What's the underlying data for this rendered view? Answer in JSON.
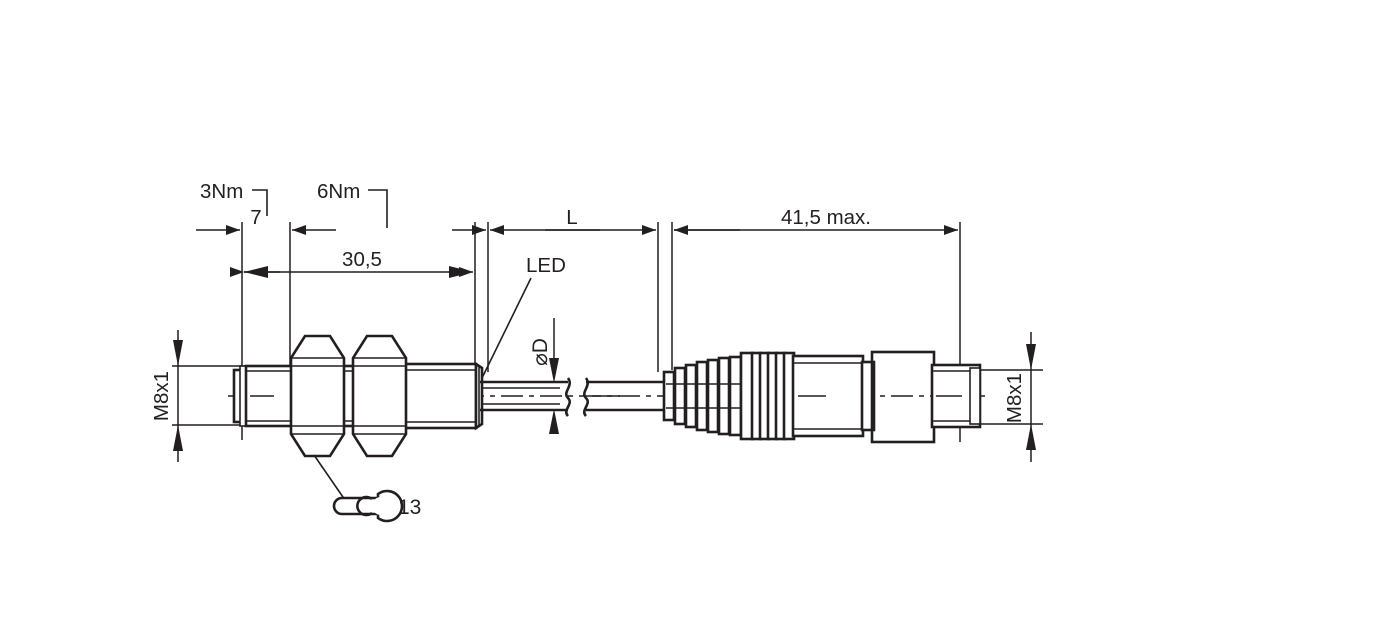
{
  "drawing": {
    "title": "M8x1 inductive sensor with M8 connector cable — dimensional drawing",
    "type": "technical-dimension-drawing",
    "line_color": "#231f20",
    "background_color": "#ffffff",
    "labels": {
      "torque_front": "3Nm",
      "torque_nuts": "6Nm",
      "dim_front_thread": "7",
      "dim_body_length": "30,5",
      "dim_cable_length": "L",
      "dim_connector_length": "41,5 max.",
      "led": "LED",
      "cable_diameter": "⌀D",
      "thread_left": "M8x1",
      "thread_right": "M8x1",
      "wrench_size": "13"
    },
    "icons": {
      "wrench": "open-end-wrench"
    },
    "dimension_values": [
      {
        "name": "front-thread",
        "label": "7",
        "unit": "mm"
      },
      {
        "name": "sensor-body",
        "label": "30,5",
        "unit": "mm"
      },
      {
        "name": "cable",
        "label": "L",
        "unit": "variable"
      },
      {
        "name": "connector",
        "label": "41,5 max.",
        "unit": "mm"
      },
      {
        "name": "sensor-thread",
        "label": "M8x1",
        "unit": "thread"
      },
      {
        "name": "connector-thread",
        "label": "M8x1",
        "unit": "thread"
      },
      {
        "name": "cable-diameter",
        "label": "⌀D",
        "unit": "mm"
      },
      {
        "name": "wrench-across-flats",
        "label": "13",
        "unit": "mm"
      },
      {
        "name": "torque-front-nut",
        "label": "3Nm",
        "unit": "Nm"
      },
      {
        "name": "torque-rear-nut",
        "label": "6Nm",
        "unit": "Nm"
      }
    ]
  }
}
